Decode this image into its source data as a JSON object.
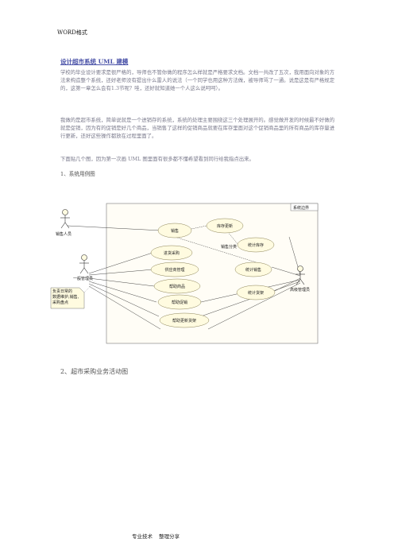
{
  "header": {
    "label": "WORD格式"
  },
  "doc": {
    "title": "设计超市系统 UML 建模",
    "paragraphs": [
      "学校的毕业设计要求是很严格的，导师也不管你做的程序怎么样就是严格要求文档。文档一共改了五次，我用面向对象的方法来构造整个系统，还好老师没有提出什么雷人的说法（一个同学也用这种方法做，被导师骂了一通。说是这是有严格规定的，这第一章怎么会有1.3节呢？哇，还好就知道她一个人这么说呵呵）。",
      "我做的是超市系统，简单说就是一个进销存的系统，系统的处理主要围绕这三个处理展开的。感觉做开发的时候最不好做的就是促销，因为有的促销是好几个商品，当销售了这样的促销商品就要在库存里面对这个促销商品里的所有商品的库存量进行更新，还好这些操作都放在过程里面了。",
      "下面贴几个图，因为第一次画 UML 图里面有很多都不懂希望看到同行给我指点出来。"
    ],
    "section1": "1、系统用例图",
    "section2": "2、超市采购业务活动图"
  },
  "diagram": {
    "boundary_label": "系统边界",
    "actors": [
      "销售人员",
      "一般管理员",
      "高级管理员"
    ],
    "use_cases": [
      "销售",
      "库存更新",
      "进货采购",
      "统计库存",
      "供应商管理",
      "统计销售",
      "帮助商品",
      "统计货架",
      "帮助促销",
      "帮助更新货架"
    ],
    "edge_label": "销售分类",
    "note": [
      "负责日常的",
      "数据维护,销售,",
      "采购盘点"
    ]
  },
  "footer": {
    "left": "专业技术",
    "right": "整理分享"
  }
}
